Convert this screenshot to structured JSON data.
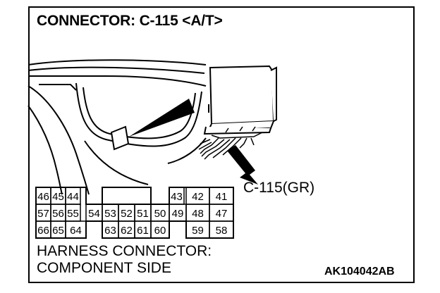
{
  "title": "CONNECTOR: C-115 <A/T>",
  "callout_label": "C-115(GR)",
  "caption_line1": "HARNESS CONNECTOR:",
  "caption_line2": "COMPONENT SIDE",
  "figure_code": "AK104042AB",
  "connector_pins": {
    "row1": [
      "46",
      "45",
      "44",
      "43",
      "42",
      "41"
    ],
    "row2": [
      "57",
      "56",
      "55",
      "54",
      "53",
      "52",
      "51",
      "50",
      "49",
      "48",
      "47"
    ],
    "row3": [
      "66",
      "65",
      "64",
      "63",
      "62",
      "61",
      "60",
      "59",
      "58"
    ]
  }
}
